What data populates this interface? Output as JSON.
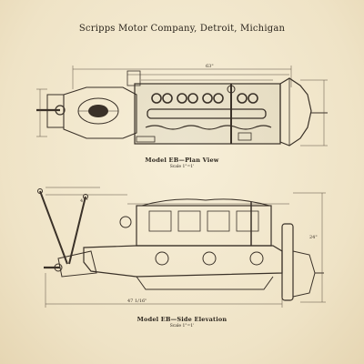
{
  "header": {
    "company": "Scripps Motor Company, Detroit, Michigan"
  },
  "views": {
    "plan": {
      "name": "Model EB—Plan View",
      "scale": "Scale 1\"=1'"
    },
    "elevation": {
      "name": "Model EB—Side Elevation",
      "scale": "Scale 1\"=1'"
    }
  },
  "dimensions": {
    "overall_length": "63\"",
    "elev_top": "41\"",
    "elev_side": "24\"",
    "elev_bottom": "47 1/16\""
  },
  "colors": {
    "paper": "#f3ead2",
    "ink": "#3a3128"
  }
}
